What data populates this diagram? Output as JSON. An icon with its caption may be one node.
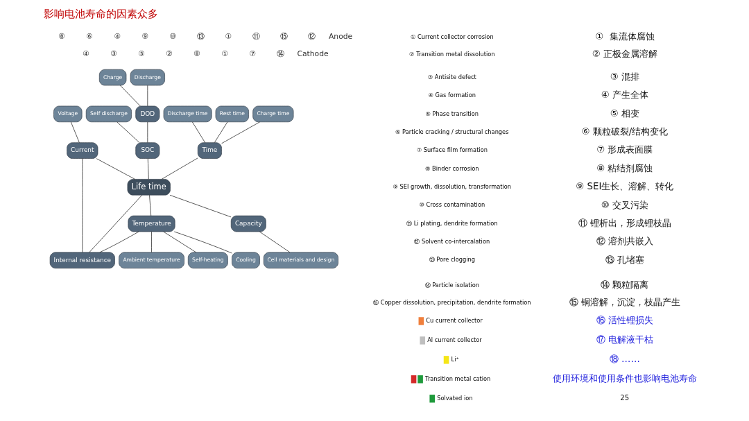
{
  "diagram": {
    "title": "影响电池寿命的因素众多",
    "nodes": [
      {
        "text": [
          "Discharge time"
        ]
      },
      {
        "text": [
          "Discharge"
        ]
      },
      {
        "text": [
          "Charge"
        ]
      },
      {
        "text": [
          "DOD"
        ]
      },
      {
        "text": [
          "Self discharge"
        ]
      },
      {
        "text": [
          "Charge time"
        ]
      },
      {
        "text": [
          "Voltage"
        ]
      },
      {
        "text": [
          "Time"
        ]
      },
      {
        "text": [
          "SOC"
        ]
      },
      {
        "text": [
          "Rest time"
        ]
      },
      {
        "text": [
          "Current"
        ]
      },
      {
        "text": [
          "Life time"
        ]
      },
      {
        "text": [
          "Capacity"
        ]
      },
      {
        "text": [
          "Internal resistance"
        ]
      },
      {
        "text": [
          "Cell materials and design"
        ]
      },
      {
        "text": [
          "Self-heating"
        ]
      },
      {
        "text": [
          "Temperature"
        ]
      },
      {
        "text": [
          "Cooling"
        ]
      },
      {
        "text": [
          "Ambient temperature"
        ]
      }
    ],
    "edges": [
      {
        "from": 11,
        "to": 7,
        "arrow": "none"
      },
      {
        "from": 11,
        "to": 8,
        "arrow": "none"
      },
      {
        "from": 11,
        "to": 12,
        "arrow": "none"
      },
      {
        "from": 11,
        "to": 16,
        "arrow": "none"
      },
      {
        "from": 11,
        "to": 10,
        "arrow": "none"
      },
      {
        "from": 11,
        "to": 13,
        "arrow": "none"
      },
      {
        "from": 7,
        "to": 0,
        "arrow": "none"
      },
      {
        "from": 7,
        "to": 5,
        "arrow": "none"
      },
      {
        "from": 7,
        "to": 9,
        "arrow": "none"
      },
      {
        "from": 8,
        "to": 3,
        "arrow": "none"
      },
      {
        "from": 8,
        "to": 4,
        "arrow": "none"
      },
      {
        "from": 3,
        "to": 1,
        "arrow": "none"
      },
      {
        "from": 3,
        "to": 2,
        "arrow": "none"
      },
      {
        "from": 10,
        "to": 6,
        "arrow": "none"
      },
      {
        "from": 10,
        "to": 13,
        "arrow": "none"
      },
      {
        "from": 12,
        "to": 14,
        "arrow": "none"
      },
      {
        "from": 16,
        "to": 15,
        "arrow": "none"
      },
      {
        "from": 16,
        "to": 17,
        "arrow": "none"
      },
      {
        "from": 16,
        "to": 18,
        "arrow": "none"
      },
      {
        "from": 16,
        "to": 13,
        "arrow": "none"
      }
    ],
    "labels": [
      "⑧",
      "⑥",
      "④",
      "⑨",
      "⑩",
      "⑬",
      "①",
      "⑪",
      "⑮",
      "⑫",
      "Anode",
      "④",
      "③",
      "⑤",
      "②",
      "⑧",
      "①",
      "⑦",
      "⑭",
      "Cathode",
      "① Current collector corrosion",
      "② Transition metal dissolution",
      "③ Antisite defect",
      "④ Gas formation",
      "⑤ Phase transition",
      "⑥ Particle cracking / structural changes",
      "⑦ Surface film formation",
      "⑧ Binder corrosion",
      "⑨ SEI growth, dissolution, transformation",
      "⑩ Cross contamination",
      "⑪ Li plating, dendrite formation",
      "⑫ Solvent co-intercalation",
      "⑬ Pore clogging",
      "⑭ Particle isolation",
      "⑮ Copper dissolution, precipitation, dendrite formation",
      "①  集流体腐蚀",
      "② 正极金属溶解",
      "③ 混排",
      "④ 产生全体",
      "⑤ 相变",
      "⑥ 颗粒破裂/结构变化",
      "⑦ 形成表面膜",
      "⑧ 粘结剂腐蚀",
      "⑨ SEI生长、溶解、转化",
      "⑩ 交叉污染",
      "⑪ 锂析出，形成锂枝晶",
      "⑫ 溶剂共嵌入",
      "⑬ 孔堵塞",
      "⑭ 颗粒隔离",
      "⑮ 铜溶解，沉淀，枝晶产生",
      "⑯ 活性锂损失",
      "⑰ 电解液干枯",
      "⑱ ……",
      "使用环境和使用条件也影响电池寿命",
      "25"
    ],
    "legend": [
      {
        "text": "Cu current collector",
        "color": "#f07f3c"
      },
      {
        "text": "Al current collector",
        "color": "#bfbfbf"
      },
      {
        "text": "Li⁺",
        "color": "#f5e617"
      },
      {
        "text": "Transition metal cation"
      },
      {
        "text": "Solvated ion"
      }
    ]
  }
}
